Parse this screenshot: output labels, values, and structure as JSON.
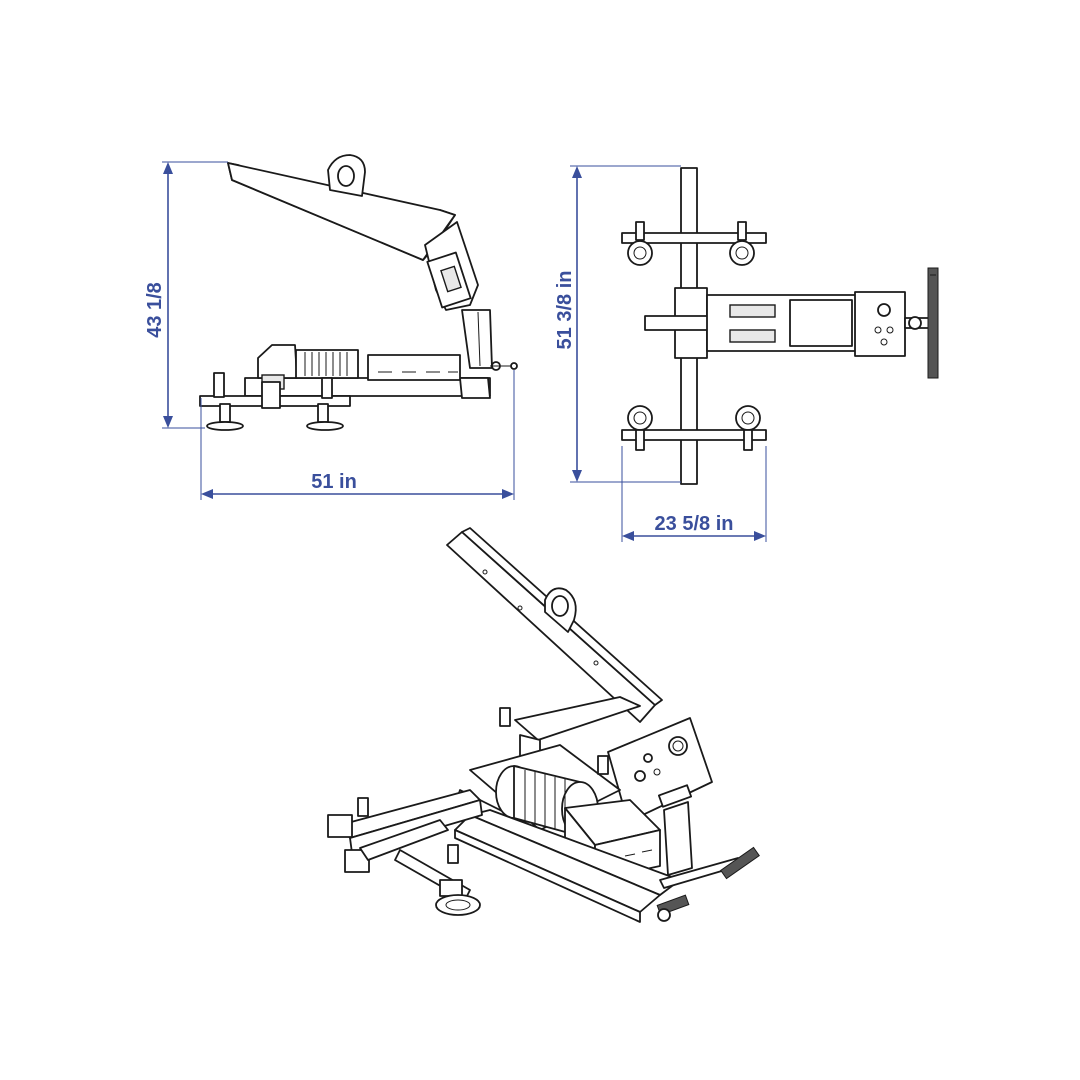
{
  "dimensions": {
    "side_height": "43 1/8",
    "side_length": "51 in",
    "top_length": "51 3/8 in",
    "top_width": "23 5/8 in"
  },
  "colors": {
    "dimension": "#3a4f9c",
    "line": "#1a1a1a"
  }
}
